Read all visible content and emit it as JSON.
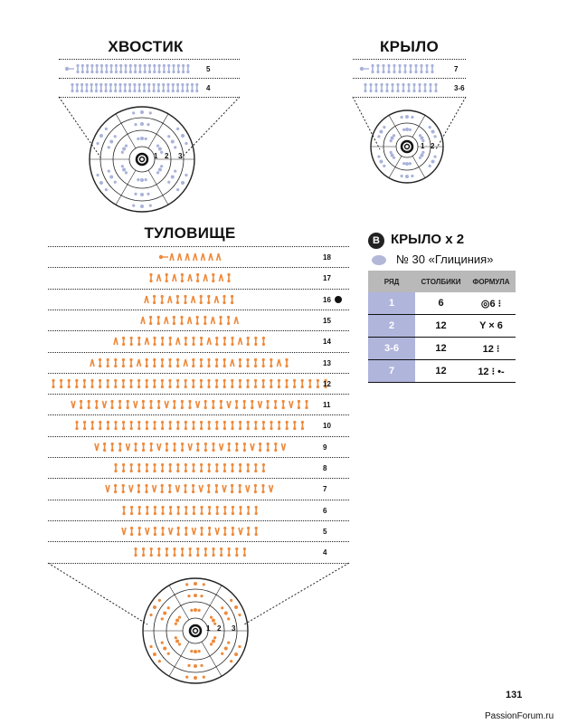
{
  "colors": {
    "blue_stitch": "#a9b2da",
    "orange_stitch": "#ee8a3c",
    "table_header": "#b9b9b9",
    "row_cell": "#b0b5dc"
  },
  "tail": {
    "title": "ХВОСТИК",
    "rows": [
      {
        "label": "5"
      },
      {
        "label": "4"
      }
    ],
    "circle_labels": [
      "1",
      "2",
      "3"
    ]
  },
  "wing": {
    "title": "КРЫЛО",
    "rows": [
      {
        "label": "7"
      },
      {
        "label": "3-6"
      }
    ],
    "circle_labels": [
      "1",
      "2"
    ]
  },
  "body": {
    "title": "ТУЛОВИЩЕ",
    "rows": [
      {
        "label": "18"
      },
      {
        "label": "17"
      },
      {
        "label": "16"
      },
      {
        "label": "15"
      },
      {
        "label": "14"
      },
      {
        "label": "13"
      },
      {
        "label": "12"
      },
      {
        "label": "11"
      },
      {
        "label": "10"
      },
      {
        "label": "9"
      },
      {
        "label": "8"
      },
      {
        "label": "7"
      },
      {
        "label": "6"
      },
      {
        "label": "5"
      },
      {
        "label": "4"
      }
    ],
    "circle_labels": [
      "1",
      "2",
      "3"
    ]
  },
  "legend": {
    "badge": "B",
    "title": "КРЫЛО х 2",
    "yarn": "№ 30 «Глициния»",
    "table": {
      "headers": [
        "РЯД",
        "СТОЛБИКИ",
        "ФОРМУЛА"
      ],
      "rows": [
        {
          "row": "1",
          "stitches": "6",
          "formula": "◎6 ⁝"
        },
        {
          "row": "2",
          "stitches": "12",
          "formula": "Y × 6"
        },
        {
          "row": "3-6",
          "stitches": "12",
          "formula": "12 ⁝"
        },
        {
          "row": "7",
          "stitches": "12",
          "formula": "12 ⁝ •-"
        }
      ]
    }
  },
  "page_number": "131",
  "watermark": "PassionForum.ru"
}
